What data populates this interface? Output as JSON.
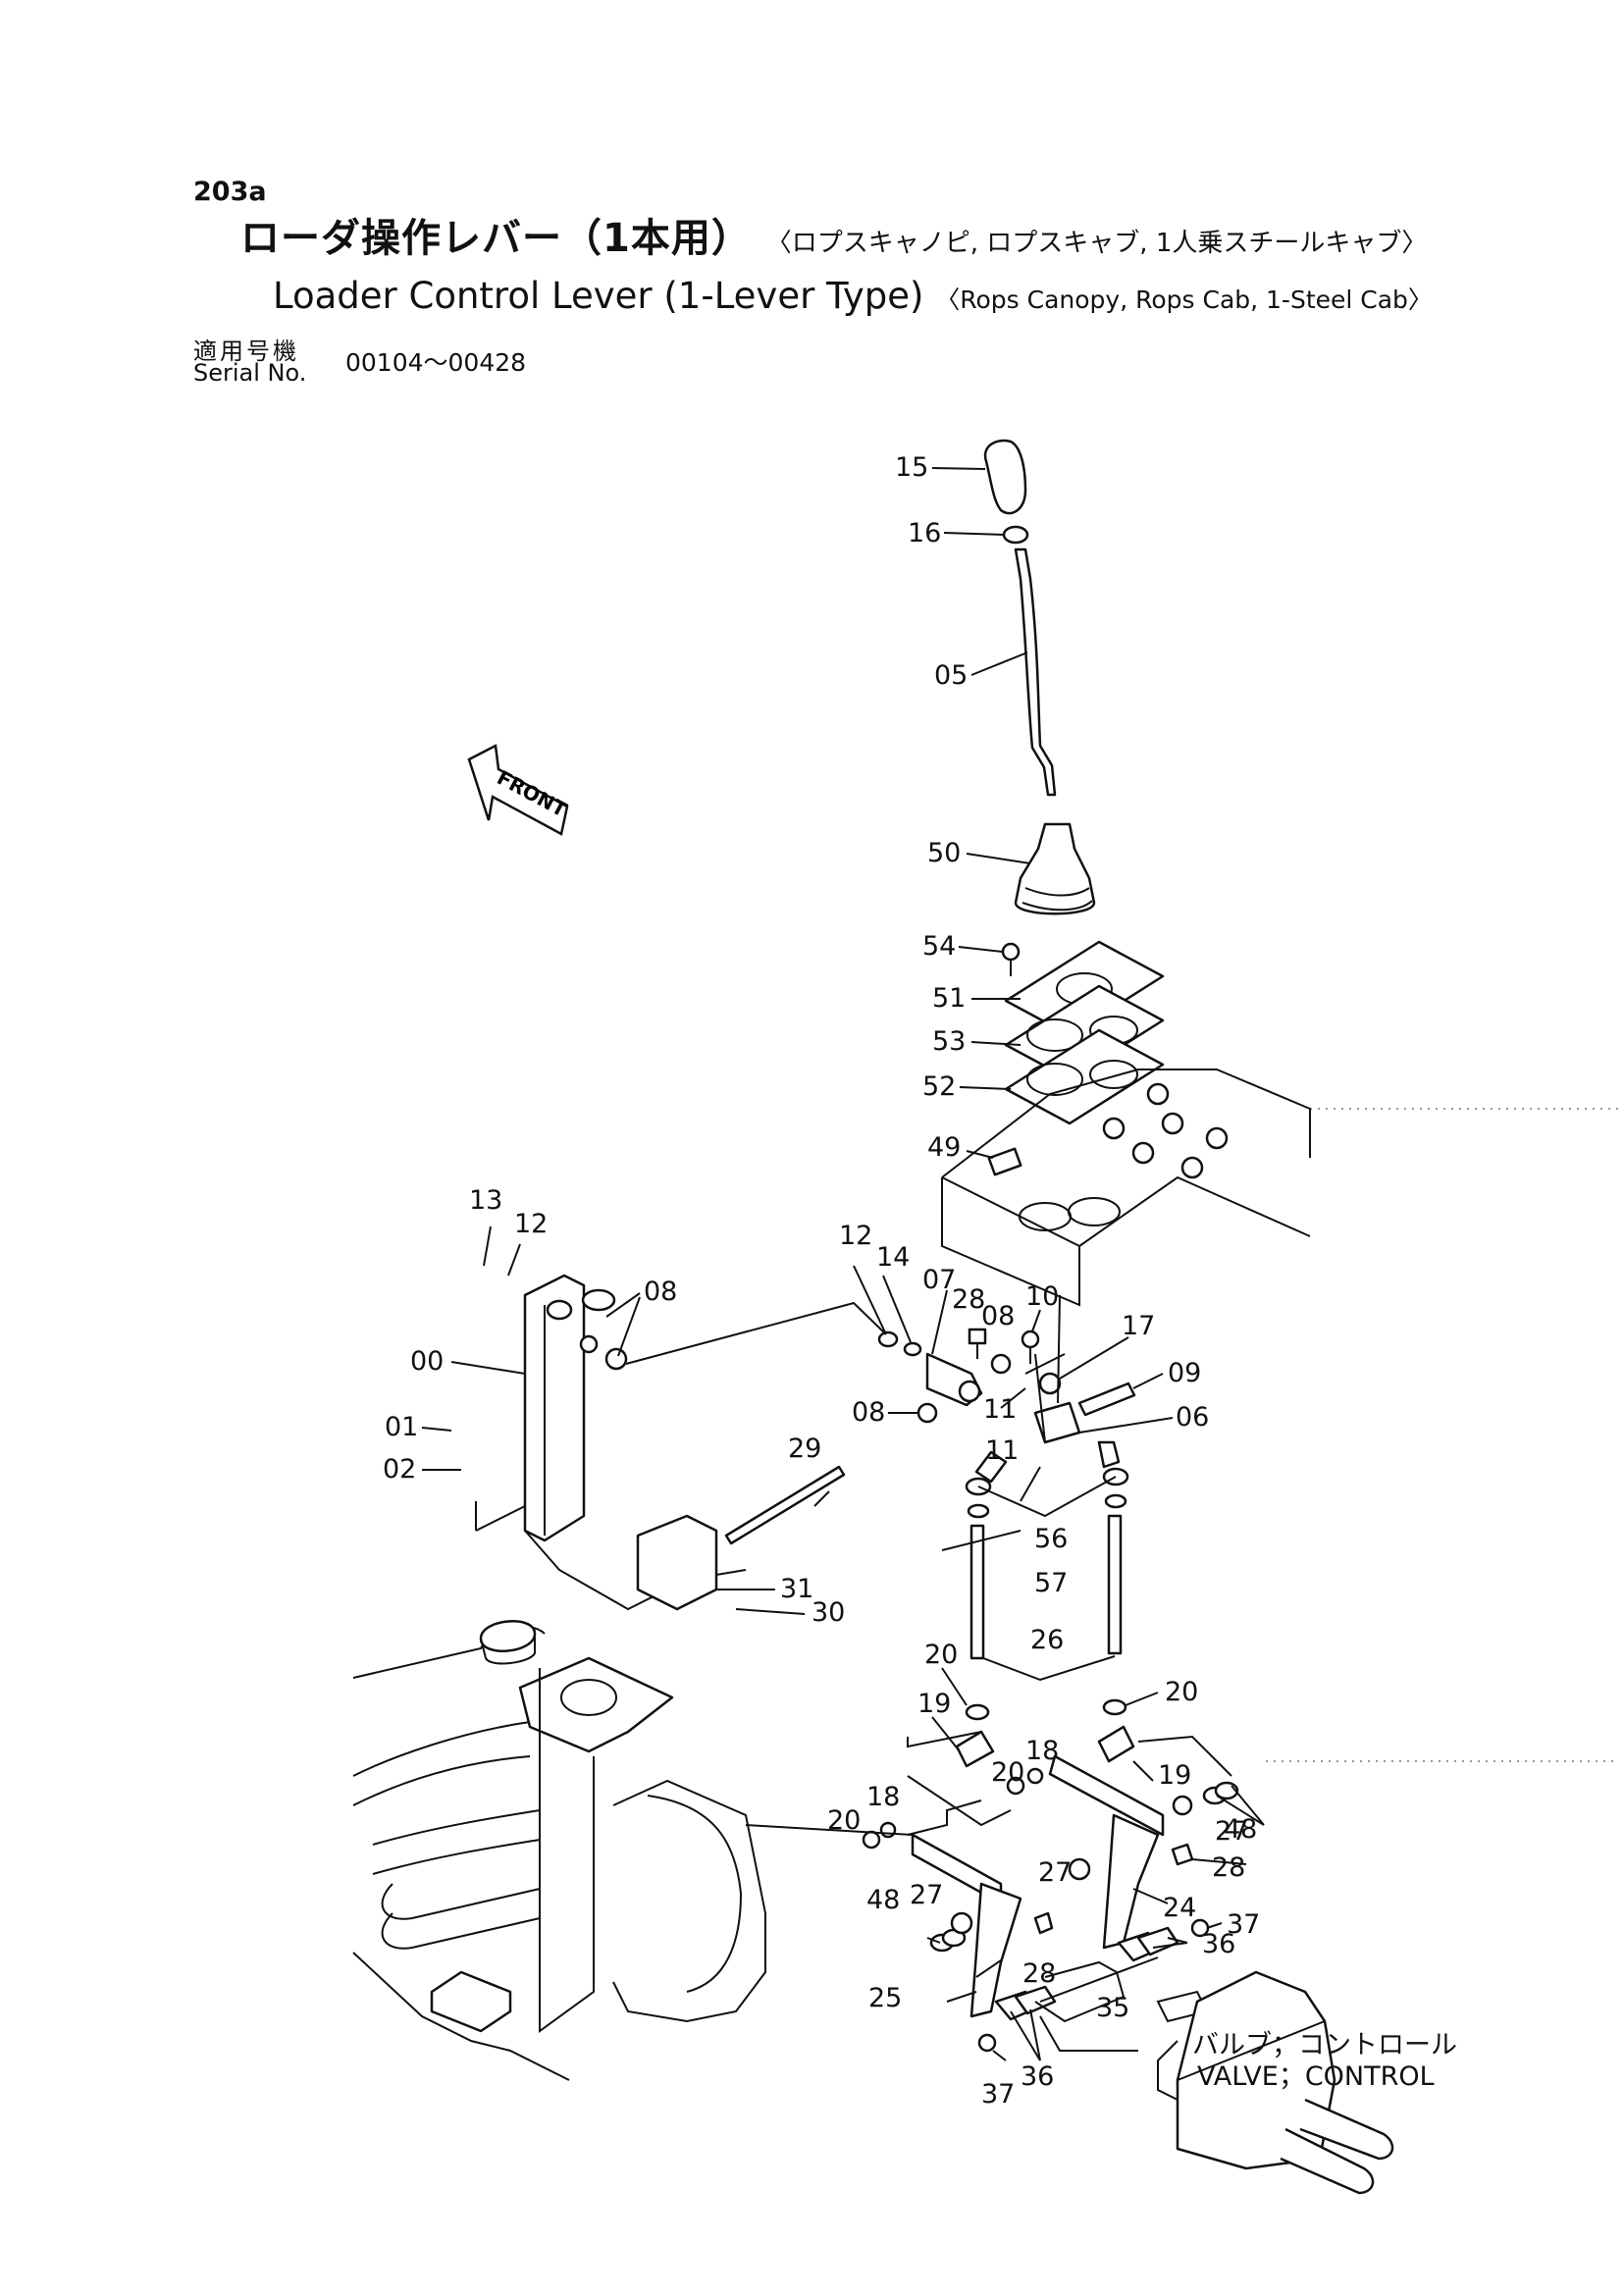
{
  "header": {
    "page_number": "203a",
    "title_ja": "ローダ操作レバー（1本用）",
    "title_ja_variants": "〈ロプスキャノピ, ロプスキャブ, 1人乗スチールキャブ〉",
    "title_en": "Loader Control Lever (1-Lever Type)",
    "title_en_variants": "〈Rops Canopy, Rops Cab, 1-Steel Cab〉",
    "serial_label_ja": "適用号機",
    "serial_label_en": "Serial No.",
    "serial_range": "00104～00428"
  },
  "diagram": {
    "front_label": "FRONT",
    "valve_label_ja": "バルブ；コントロール",
    "valve_label_en": "VALVE；CONTROL",
    "callouts": [
      "15",
      "16",
      "05",
      "50",
      "54",
      "51",
      "53",
      "52",
      "49",
      "13",
      "12",
      "08",
      "00",
      "01",
      "02",
      "12",
      "14",
      "07",
      "28",
      "08",
      "10",
      "17",
      "09",
      "08",
      "11",
      "06",
      "11",
      "29",
      "56",
      "57",
      "31",
      "30",
      "26",
      "20",
      "20",
      "19",
      "18",
      "20",
      "19",
      "48",
      "27",
      "18",
      "20",
      "27",
      "28",
      "48",
      "27",
      "24",
      "37",
      "28",
      "36",
      "25",
      "35",
      "36",
      "37"
    ]
  }
}
